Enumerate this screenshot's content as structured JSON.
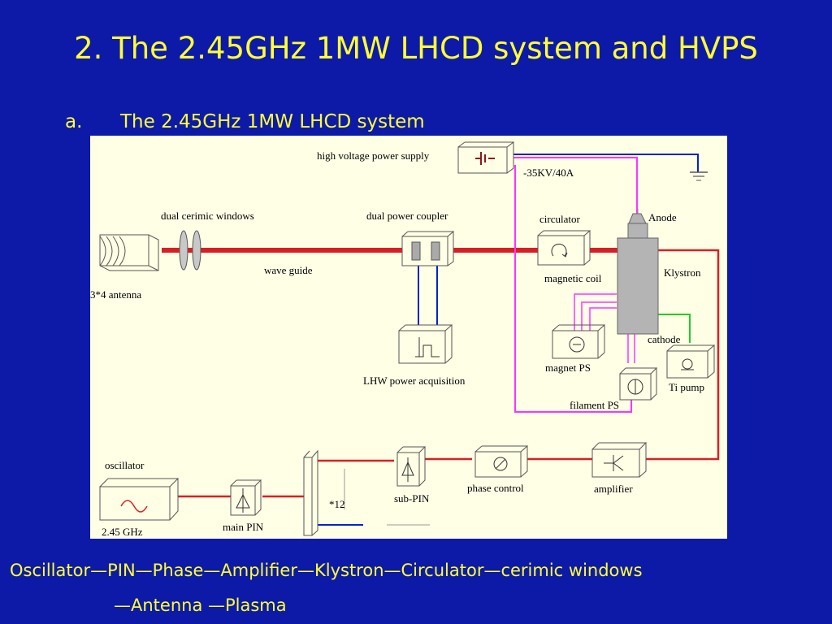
{
  "slide": {
    "title": "2. The 2.45GHz 1MW LHCD system and HVPS",
    "subtitle_number": "a.",
    "subtitle_text": "The 2.45GHz 1MW LHCD system",
    "flow_line1": "Oscillator—PIN—Phase—Amplifier—Klystron—Circulator—cerimic windows",
    "flow_line2": "—Antenna —Plasma"
  },
  "diagram": {
    "labels": {
      "hvps": "high voltage power supply",
      "voltage": "-35KV/40A",
      "windows": "dual cerimic windows",
      "coupler": "dual power coupler",
      "circulator": "circulator",
      "anode": "Anode",
      "waveguide": "wave guide",
      "klystron": "Klystron",
      "antenna": "3*4 antenna",
      "magnetic_coil": "magnetic coil",
      "cathode": "cathode",
      "magnet_ps": "magnet PS",
      "ti_pump": "Ti pump",
      "lhw": "LHW power acquisition",
      "filament_ps": "filament PS",
      "oscillator": "oscillator",
      "phase_control": "phase control",
      "amplifier": "amplifier",
      "sub_pin": "sub-PIN",
      "x12": "*12",
      "main_pin": "main PIN",
      "freq": "2.45 GHz"
    },
    "colors": {
      "waveguide": "#d91f26",
      "magenta": "#ff33ff",
      "blue": "#0022cc",
      "green": "#22cc22",
      "klystron_body": "#b4b4b4"
    }
  }
}
